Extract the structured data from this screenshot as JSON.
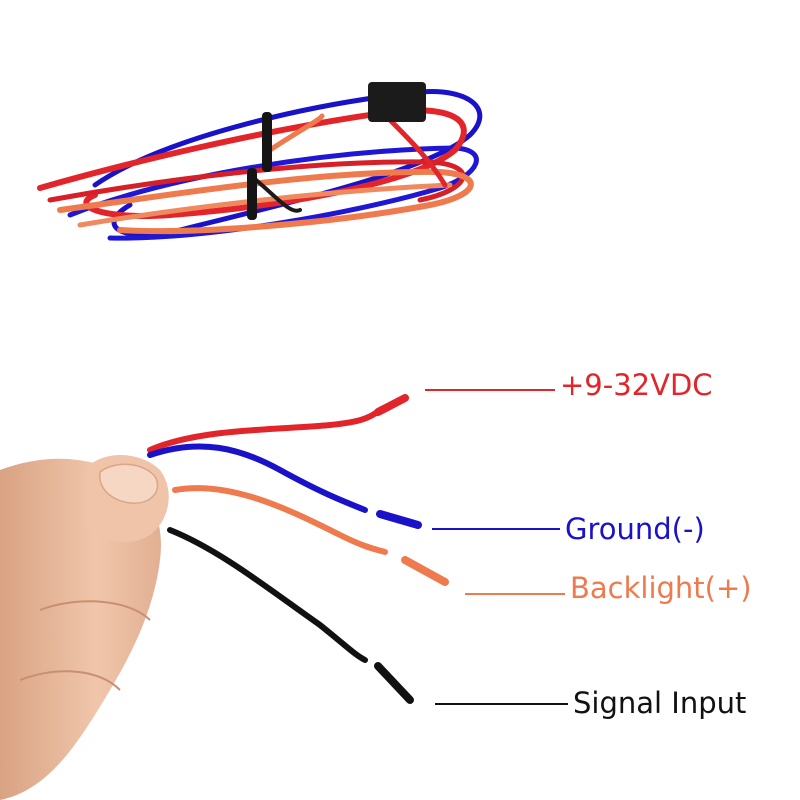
{
  "colors": {
    "red": "#e2252b",
    "blue": "#1a12c9",
    "orange": "#ee7a4e",
    "black": "#111111",
    "skin": "#e9b99b"
  },
  "labels": {
    "power": "+9-32VDC",
    "ground": "Ground(-)",
    "backlight": "Backlight(+)",
    "signal": "Signal Input"
  }
}
